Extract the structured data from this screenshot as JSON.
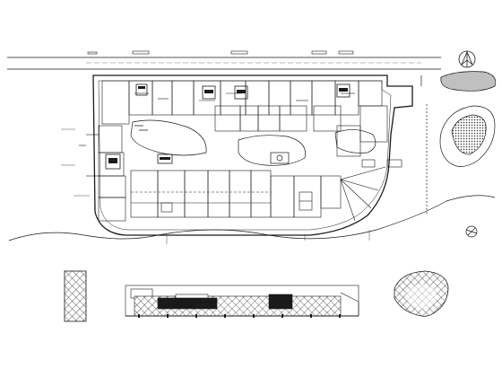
{
  "drawing": {
    "type": "architectural site plan (CAD)",
    "caption": "",
    "line_color": "#1a1a1a",
    "background": "#ffffff",
    "north_arrow_icon": "north-arrow-icon",
    "hatch_pattern": "diamond-crosshatch",
    "stipple_pattern": "dots"
  }
}
